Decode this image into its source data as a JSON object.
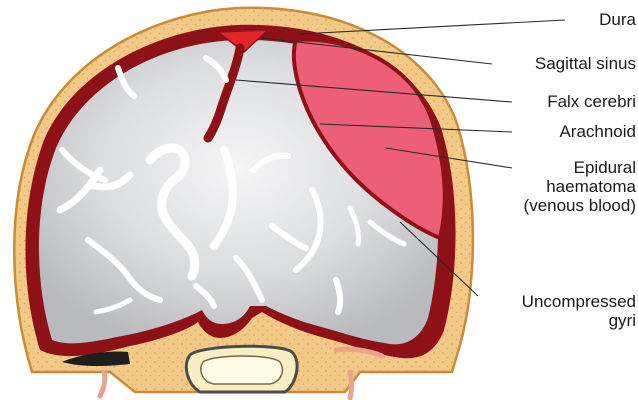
{
  "labels": {
    "dura": "Dura",
    "sagittal_sinus": "Sagittal sinus",
    "falx_cerebri": "Falx cerebri",
    "arachnoid": "Arachnoid",
    "epidural_haematoma": {
      "line1": "Epidural",
      "line2": "haematoma",
      "line3": "(venous blood)"
    },
    "uncompressed_gyri": {
      "line1": "Uncompressed",
      "line2": "gyri"
    }
  },
  "colors": {
    "skull": "#f3c987",
    "skull_outline": "#c98c38",
    "dura": "#8e1118",
    "brain": "#d7d8da",
    "brain_highlight": "#f4f4f5",
    "haematoma": "#ec5f76",
    "sinus": "#e4262a",
    "vertebra": "#f8eec4",
    "leader": "#2a2a2a"
  }
}
